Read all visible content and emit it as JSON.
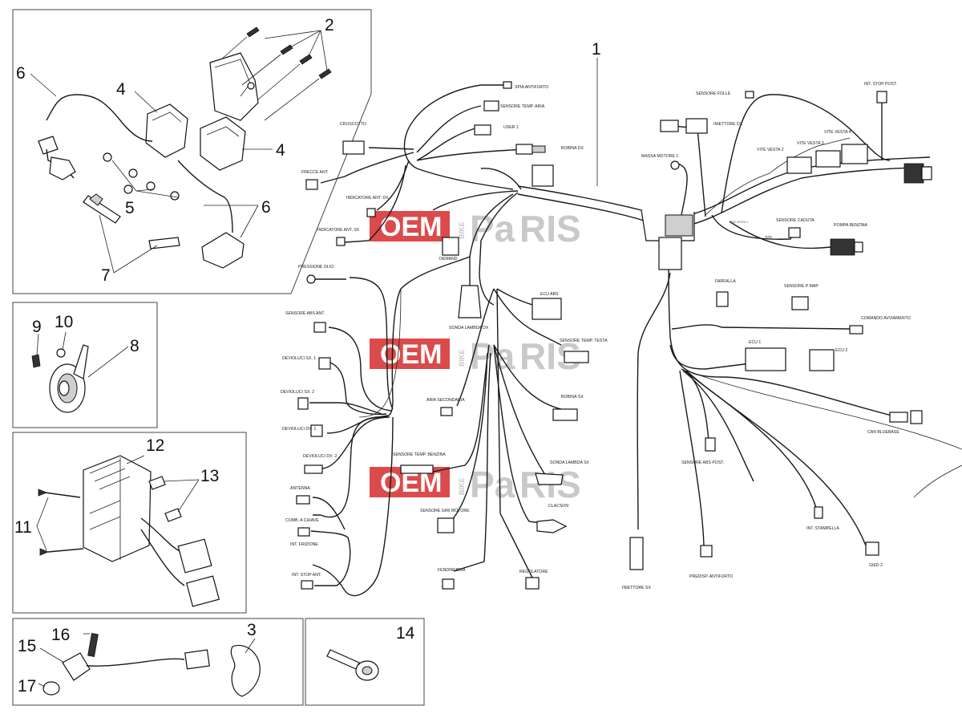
{
  "callouts": {
    "n1": "1",
    "n2": "2",
    "n3": "3",
    "n4a": "4",
    "n4b": "4",
    "n5": "5",
    "n6a": "6",
    "n6b": "6",
    "n7": "7",
    "n8": "8",
    "n9": "9",
    "n10": "10",
    "n11": "11",
    "n12": "12",
    "n13": "13",
    "n14": "14",
    "n15": "15",
    "n16": "16",
    "n17": "17"
  },
  "watermark": {
    "oem": "OEM",
    "bike": "BIKE",
    "parts_a": "Pa",
    "parts_b": "RIS",
    "brand_color": "#d62b2b",
    "grey_color": "#c7c7c7"
  },
  "connectors": {
    "cruscotto": "CRUSCOTTO",
    "spia_antifurto": "SPIA ANTIFURTO",
    "sensore_temp_aria": "SENSORE TEMP. ARIA",
    "user1": "USER 1",
    "bobina_dx": "BOBINA DX",
    "frecce_ant": "FRECCE ANT.",
    "indicatore_ant_dx": "INDICATORE ANT. DX",
    "indicatore_ant_sx": "INDICATORE ANT. SX",
    "demand": "DEMAND",
    "sensore_folle": "SENSORE FOLLE",
    "iniettore_dx": "INIETTORE DX",
    "massa_motore": "MASSA MOTORE 1",
    "int_stop_post": "INT. STOP POST.",
    "vite_vesta1": "VITE VESTA 1",
    "vite_vesta2": "VITE VESTA 2",
    "vite_vesta3": "VITE VESTA 3",
    "vite_vesta4": "VITE VESTA 4",
    "sensore_caduta": "SENSORE CADUTA",
    "pompa_benzina": "POMPA BENZINA",
    "pressione_olio": "PRESSIONE OLIO",
    "ecu_abs": "ECU ABS",
    "sonda_lambda_dx": "SONDA LAMBDA DX",
    "farfalla": "FARFALLA",
    "sensore_p_map": "SENSORE P MAP",
    "comando_avviamento": "COMANDO AVVIAMENTO",
    "sensore_abs_ant": "SENSORE ABS ANT.",
    "sensore_temp_testa": "SENSORE TEMP. TESTA",
    "ecu1": "ECU 1",
    "ecu2": "ECU 2",
    "devio_sx1": "DEVIOLUCI SX. 1",
    "devio_sx2": "DEVIOLUCI SX. 2",
    "aria_secondaria": "ARIA SECONDARIA",
    "bobina_sx": "BOBINA SX",
    "devio_dx1": "DEVIOLUCI DX. 1",
    "devio_dx2": "DEVIOLUCI DX. 2",
    "sensore_temp_benzina": "SENSORE TEMP. BENZINA",
    "sonda_lambda_sx": "SONDA LAMBDA SX",
    "can_bluebase": "CAN BLUEBASE",
    "sensore_abs_post": "SENSORE ABS POST.",
    "antenna": "ANTENNA",
    "comb_chiave": "COMB. A CHIAVE",
    "sensore_giri": "SENSORE GIRI MOTORE",
    "clacson": "CLACSON",
    "int_frizione": "INT. FRIZIONE",
    "int_stampella": "INT. STAMPELLA",
    "gied2": "GIED 2",
    "fendinebbia": "FENDINEBBIA",
    "regolatore": "REGOLATORE",
    "int_stop_ant": "INT. STOP ANT.",
    "iniettore_sx": "INIETTORE SX",
    "predisp_antifurto": "PREDISP. ANTIFURTO",
    "n320": "320"
  }
}
